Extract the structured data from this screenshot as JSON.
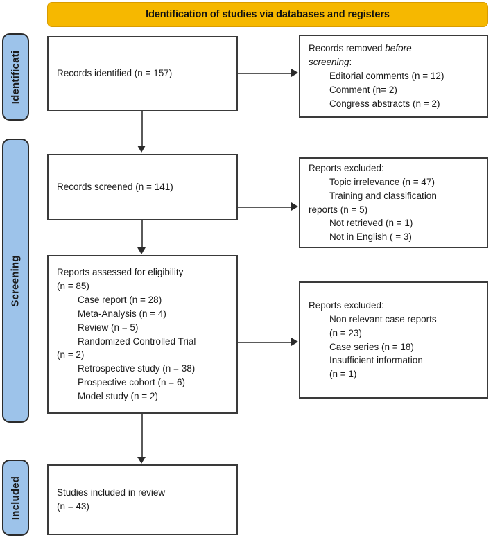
{
  "banner": {
    "title": "Identification of studies via databases and registers",
    "color": "#F6B800"
  },
  "stages": {
    "identification": {
      "label": "Identificati",
      "color": "#9DC3EA"
    },
    "screening": {
      "label": "Screening",
      "color": "#9DC3EA"
    },
    "included": {
      "label": "Included",
      "color": "#9DC3EA"
    }
  },
  "boxes": {
    "identified": {
      "lines": [
        {
          "text": "Records identified (n = 157)",
          "indent": false
        }
      ]
    },
    "removed": {
      "lines": [
        {
          "text": "Records removed ",
          "italic_text": "before",
          "indent": false
        },
        {
          "text": "",
          "italic_text": "screening",
          "tail": ":",
          "indent": false
        },
        {
          "text": "Editorial comments (n = 12)",
          "indent": true
        },
        {
          "text": "Comment (n= 2)",
          "indent": true
        },
        {
          "text": "Congress abstracts (n = 2)",
          "indent": true
        }
      ]
    },
    "screened": {
      "lines": [
        {
          "text": "Records screened (n = 141)",
          "indent": false
        }
      ]
    },
    "excluded_1": {
      "lines": [
        {
          "text": "Reports excluded:",
          "indent": false
        },
        {
          "text": "Topic irrelevance (n = 47)",
          "indent": true
        },
        {
          "text": "Training and classification",
          "indent": true
        },
        {
          "text": "reports (n = 5)",
          "indent": false
        },
        {
          "text": "Not retrieved (n = 1)",
          "indent": true
        },
        {
          "text": "Not in English ( = 3)",
          "indent": true
        }
      ]
    },
    "eligibility": {
      "lines": [
        {
          "text": "Reports assessed for eligibility",
          "indent": false
        },
        {
          "text": "(n = 85)",
          "indent": false
        },
        {
          "text": "Case report (n = 28)",
          "indent": true
        },
        {
          "text": "Meta-Analysis (n = 4)",
          "indent": true
        },
        {
          "text": "Review (n = 5)",
          "indent": true
        },
        {
          "text": "Randomized Controlled Trial",
          "indent": true
        },
        {
          "text": "(n = 2)",
          "indent": false
        },
        {
          "text": "Retrospective study (n = 38)",
          "indent": true
        },
        {
          "text": "Prospective cohort (n = 6)",
          "indent": true
        },
        {
          "text": "Model study (n = 2)",
          "indent": true
        }
      ]
    },
    "excluded_2": {
      "lines": [
        {
          "text": "Reports excluded:",
          "indent": false
        },
        {
          "text": "Non relevant case reports",
          "indent": true
        },
        {
          "text": "(n = 23)",
          "indent": true
        },
        {
          "text": "Case series (n = 18)",
          "indent": true
        },
        {
          "text": "Insufficient information",
          "indent": true
        },
        {
          "text": "(n = 1)",
          "indent": true
        }
      ]
    },
    "included": {
      "lines": [
        {
          "text": "Studies included in review",
          "indent": false
        },
        {
          "text": "(n = 43)",
          "indent": false
        }
      ]
    }
  }
}
